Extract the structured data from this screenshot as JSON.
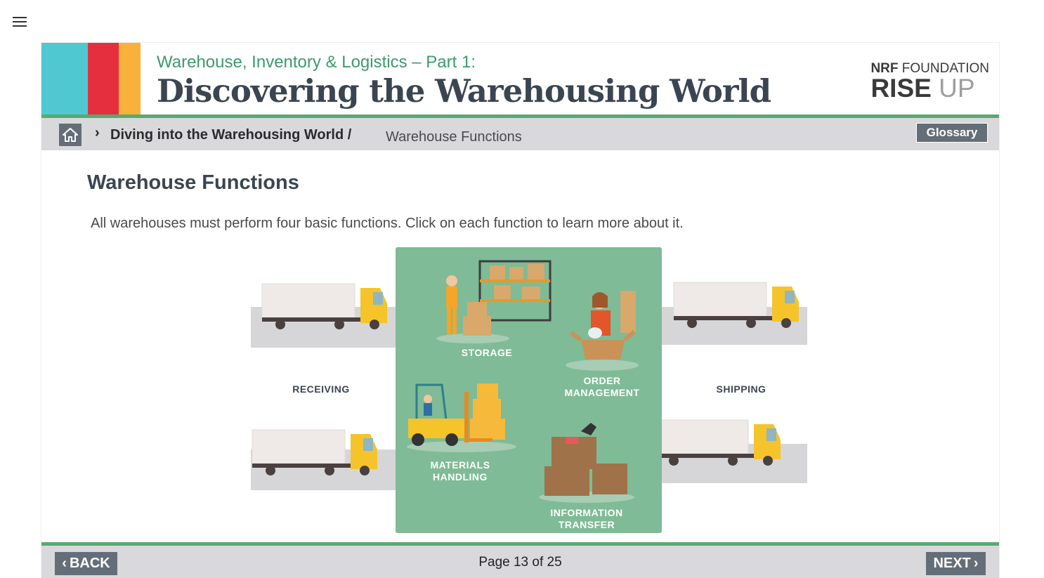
{
  "menu": {
    "icon": "hamburger-icon"
  },
  "header": {
    "subtitle": "Warehouse, Inventory & Logistics – Part 1:",
    "title": "Discovering the Warehousing World",
    "stripe_colors": [
      "#50c8d2",
      "#e52f3e",
      "#f8b13a"
    ],
    "logo": {
      "brand": "NRF",
      "foundation": "FOUNDATION",
      "rise": "RISE",
      "up": "UP"
    }
  },
  "breadcrumb": {
    "home_icon": "home-icon",
    "separator_icon": "chevron-right-icon",
    "parent": "Diving into the Warehousing World /",
    "current": "Warehouse Functions",
    "glossary_label": "Glossary"
  },
  "main": {
    "title": "Warehouse Functions",
    "intro": "All warehouses must perform four basic functions. Click on each function to learn more about it.",
    "labels": {
      "receiving": "RECEIVING",
      "shipping": "SHIPPING"
    },
    "functions": [
      {
        "label": "STORAGE",
        "icon": "shelf-worker-icon"
      },
      {
        "label": "ORDER\nMANAGEMENT",
        "icon": "packing-worker-icon"
      },
      {
        "label": "MATERIALS\nHANDLING",
        "icon": "forklift-icon"
      },
      {
        "label": "INFORMATION\nTRANSFER",
        "icon": "boxes-scanner-icon"
      }
    ],
    "colors": {
      "panel": "#7fbb96",
      "accent_green": "#5aa872",
      "button_gray": "#646e78"
    }
  },
  "footer": {
    "back_label": "BACK",
    "next_label": "NEXT",
    "page_text": "Page 13 of 25"
  }
}
